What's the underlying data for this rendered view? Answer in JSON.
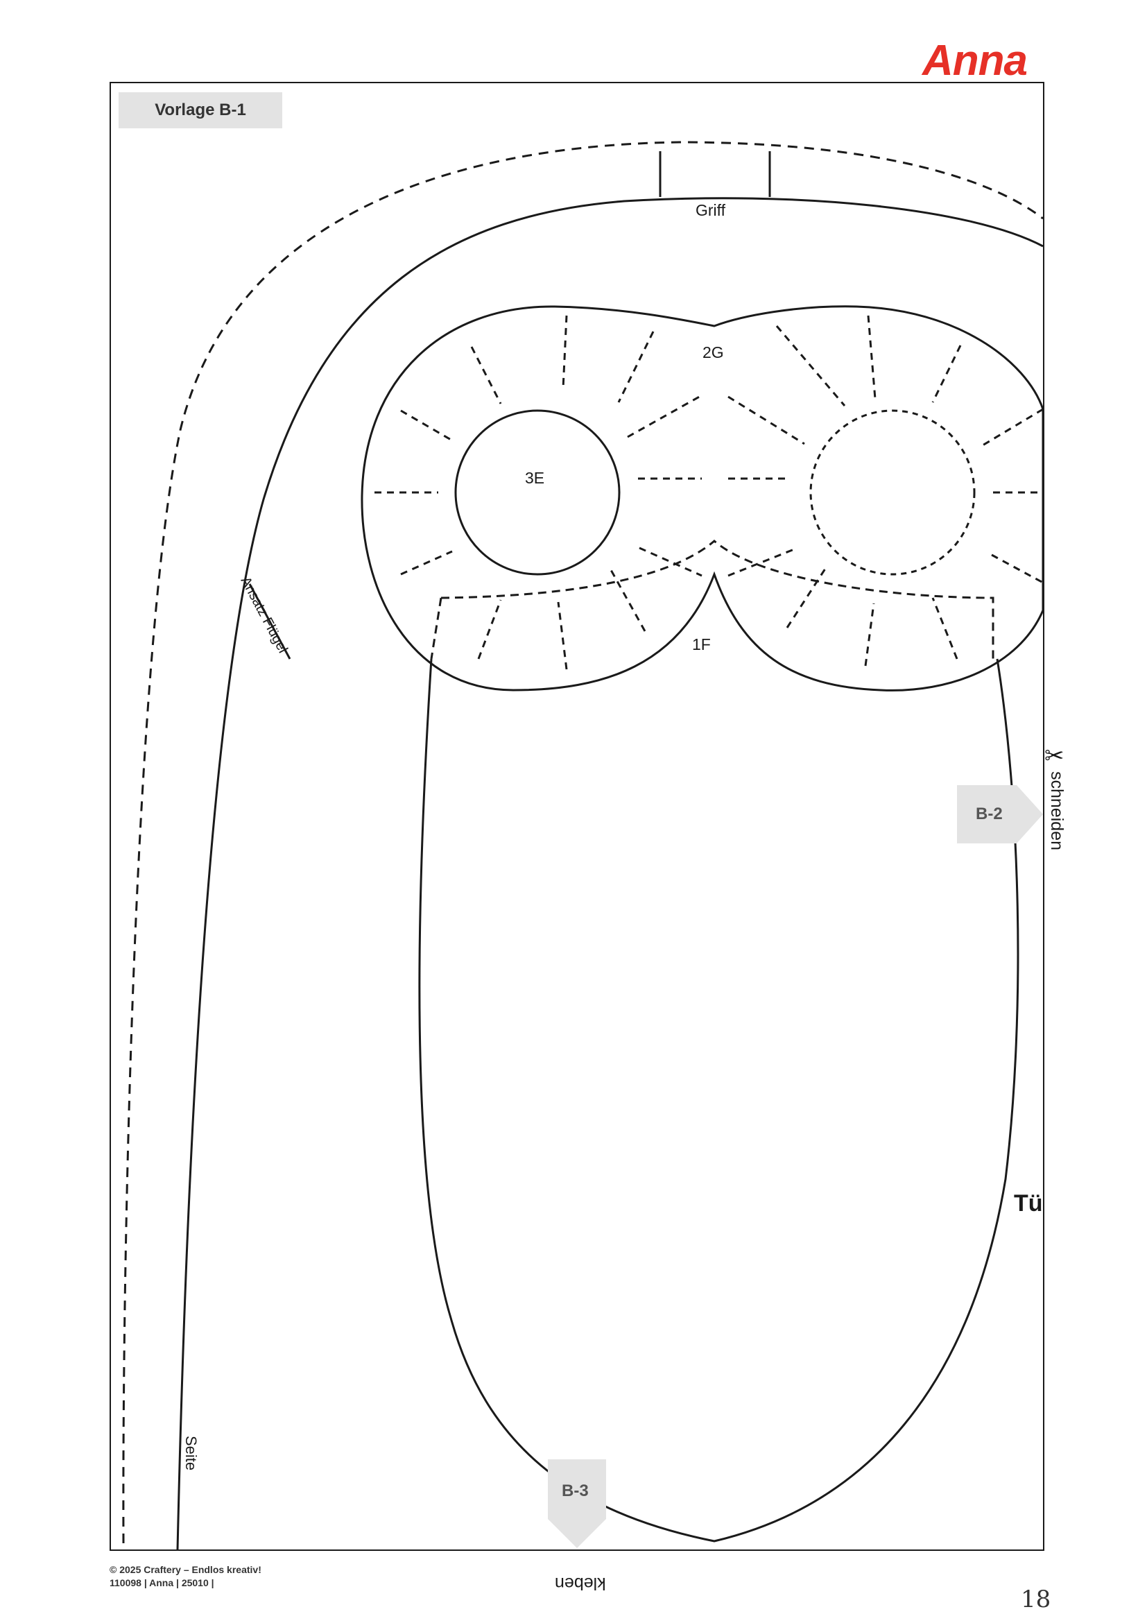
{
  "brand": {
    "logo_text": "Anna",
    "color": "#e63027"
  },
  "template": {
    "tag": "Vorlage B-1"
  },
  "pieces": {
    "griff": "Griff",
    "eyes": "2G",
    "pupil": "3E",
    "face": "1F",
    "side": "Seite",
    "wing": "Ansatz Flügel"
  },
  "connectors": {
    "right": "B-2",
    "bottom": "B-3"
  },
  "instructions": {
    "cut": "schneiden",
    "glue": "kleben",
    "cut_icon": "scissors-icon"
  },
  "partial_text": "Tü",
  "footer": {
    "line1": "© 2025 Craftery – Endlos kreativ!",
    "line2": "110098 | Anna | 25010 |"
  },
  "page_number": "18"
}
